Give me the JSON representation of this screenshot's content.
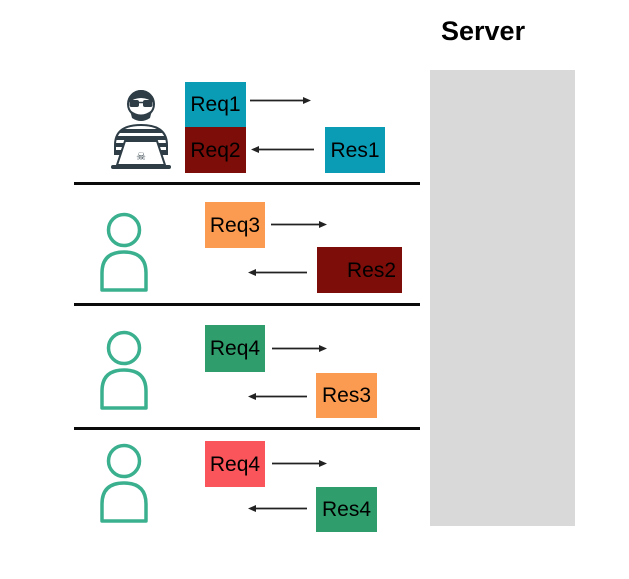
{
  "server": {
    "title": "Server"
  },
  "colors": {
    "teal": "#0a9cb5",
    "maroon": "#7c0d09",
    "orange": "#fa9b51",
    "green": "#2f9e6c",
    "red": "#f9555a",
    "server_gray": "#d9d9d9",
    "separator": "#0a0a0a",
    "arrow": "#222222",
    "user_icon_green": "#3bb08f",
    "hacker_icon_dark": "#2e3d46"
  },
  "lanes": [
    {
      "actor": "hacker",
      "requests": [
        {
          "label": "Req1",
          "color": "#0a9cb5"
        },
        {
          "label": "Req2",
          "color": "#7c0d09"
        }
      ],
      "responses": [
        {
          "label": "Res1",
          "color": "#0a9cb5"
        }
      ]
    },
    {
      "actor": "user",
      "requests": [
        {
          "label": "Req3",
          "color": "#fa9b51"
        }
      ],
      "responses": [
        {
          "label": "Res2",
          "color": "#7c0d09"
        }
      ]
    },
    {
      "actor": "user",
      "requests": [
        {
          "label": "Req4",
          "color": "#2f9e6c"
        }
      ],
      "responses": [
        {
          "label": "Res3",
          "color": "#fa9b51"
        }
      ]
    },
    {
      "actor": "user",
      "requests": [
        {
          "label": "Req4",
          "color": "#f9555a"
        }
      ],
      "responses": [
        {
          "label": "Res4",
          "color": "#2f9e6c"
        }
      ]
    }
  ]
}
